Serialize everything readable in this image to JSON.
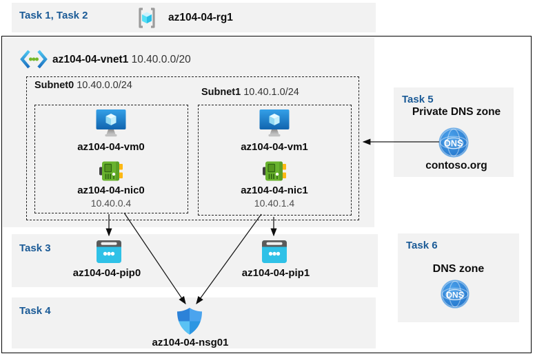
{
  "title_band": {
    "tasks_label": "Task 1, Task 2",
    "resource_group": "az104-04-rg1"
  },
  "vnet": {
    "name": "az104-04-vnet1",
    "cidr": "10.40.0.0/20"
  },
  "subnet0": {
    "name": "Subnet0",
    "cidr": "10.40.0.0/24",
    "vm": "az104-04-vm0",
    "nic": "az104-04-nic0",
    "ip": "10.40.0.4"
  },
  "subnet1": {
    "name": "Subnet1",
    "cidr": "10.40.1.0/24",
    "vm": "az104-04-vm1",
    "nic": "az104-04-nic1",
    "ip": "10.40.1.4"
  },
  "task3": {
    "label": "Task 3",
    "pip0": "az104-04-pip0",
    "pip1": "az104-04-pip1"
  },
  "task4": {
    "label": "Task 4",
    "nsg": "az104-04-nsg01"
  },
  "task5": {
    "label": "Task 5",
    "title": "Private DNS zone",
    "zone": "contoso.org",
    "dns_text": "DNS"
  },
  "task6": {
    "label": "Task 6",
    "title": "DNS zone",
    "dns_text": "DNS"
  },
  "icons": {
    "resource_group": "resource-group-icon",
    "vnet": "virtual-network-icon",
    "vm": "virtual-machine-icon",
    "nic": "network-interface-icon",
    "pip": "public-ip-icon",
    "nsg": "network-security-group-shield-icon",
    "dns": "dns-globe-icon"
  },
  "colors": {
    "task_label_blue": "#1a5a96",
    "band_gray": "#f2f2f2",
    "vm_blue": "#2087d2",
    "nic_green": "#69b32e",
    "nic_yellow": "#fdb813",
    "pip_cyan": "#2fc1e7",
    "shield_blue": "#2c82d8",
    "dns_blue": "#2a80d4",
    "rg_cube_cyan": "#50e0f5",
    "dot_green": "#76b82a"
  }
}
